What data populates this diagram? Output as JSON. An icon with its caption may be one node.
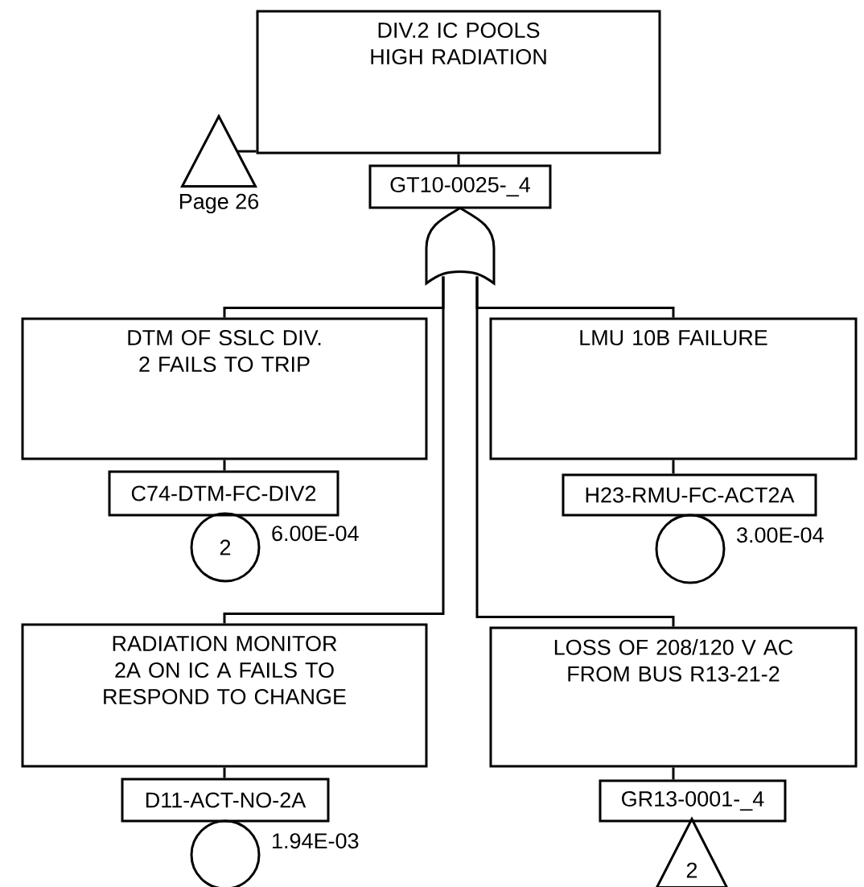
{
  "diagram": {
    "nodes": [
      {
        "text": [
          "DIV.2 IC POOLS HIGH RADIATION"
        ]
      },
      {
        "text": [],
        "shape": "triangle",
        "beside": [
          "Page 26"
        ]
      },
      {
        "text": [
          "GT10-0025-_4"
        ]
      },
      {
        "text": [],
        "shape": "gate"
      },
      {
        "text": [
          "DTM OF SSLC DIV. 2 FAILS TO TRIP"
        ]
      },
      {
        "text": [
          "C74-DTM-FC-DIV2"
        ]
      },
      {
        "text": [
          "2"
        ],
        "beside": [
          "6.00E-04"
        ]
      },
      {
        "text": [
          "LMU 10B FAILURE"
        ]
      },
      {
        "text": [
          "H23-RMU-FC-ACT2A"
        ]
      },
      {
        "text": [],
        "shape": "circle",
        "beside": [
          "3.00E-04"
        ]
      },
      {
        "text": [
          "RADIATION MONITOR 2A ON IC A FAILS TO RESPOND TO CHANGE"
        ]
      },
      {
        "text": [
          "D11-ACT-NO-2A"
        ]
      },
      {
        "text": [],
        "shape": "circle",
        "beside": [
          "1.94E-03"
        ]
      },
      {
        "text": [
          "LOSS OF 208/120 V AC FROM BUS R13-21-2"
        ]
      },
      {
        "text": [
          "GR13-0001-_4"
        ]
      },
      {
        "text": [
          "2"
        ]
      }
    ],
    "edges": [
      {
        "from": 1,
        "to": 0,
        "arrow": "none"
      },
      {
        "from": 0,
        "to": 2,
        "arrow": "none"
      },
      {
        "from": 3,
        "to": 4,
        "arrow": "none"
      },
      {
        "from": 3,
        "to": 7,
        "arrow": "none"
      },
      {
        "from": 3,
        "to": 10,
        "arrow": "none"
      },
      {
        "from": 3,
        "to": 13,
        "arrow": "none"
      },
      {
        "from": 4,
        "to": 5,
        "arrow": "none"
      },
      {
        "from": 7,
        "to": 8,
        "arrow": "none"
      },
      {
        "from": 10,
        "to": 11,
        "arrow": "none"
      },
      {
        "from": 13,
        "to": 14,
        "arrow": "none"
      }
    ]
  }
}
